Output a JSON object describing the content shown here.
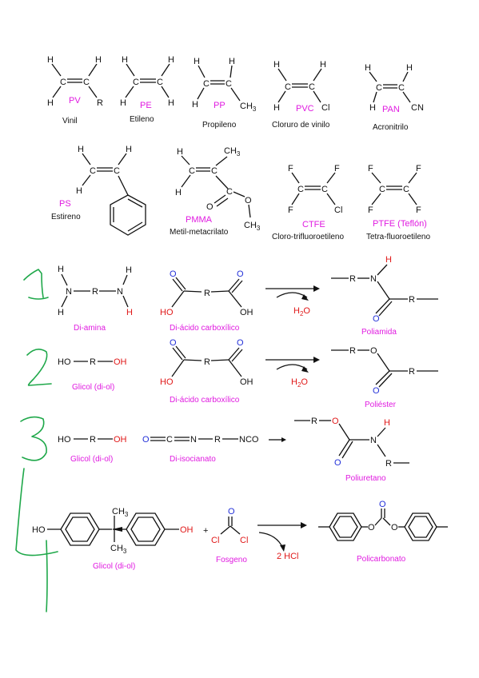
{
  "colors": {
    "ink": "#111111",
    "magenta": "#e01ae0",
    "red": "#e01818",
    "blue": "#2230d8",
    "green": "#1fa84a"
  },
  "monomers": [
    {
      "abbr": "PV",
      "name": "Vinil"
    },
    {
      "abbr": "PE",
      "name": "Etileno"
    },
    {
      "abbr": "PP",
      "name": "Propileno"
    },
    {
      "abbr": "PVC",
      "name": "Cloruro de vinilo"
    },
    {
      "abbr": "PAN",
      "name": "Acronitrilo"
    },
    {
      "abbr": "PS",
      "name": "Estireno"
    },
    {
      "abbr": "PMMA",
      "name": "Metil-metacrilato"
    },
    {
      "abbr": "CTFE",
      "name": "Cloro-trifluoroetileno"
    },
    {
      "abbr": "PTFE (Teflón)",
      "name": "Tetra-fluoroetileno"
    }
  ],
  "atoms": {
    "H": "H",
    "C": "C",
    "R": "R",
    "Cl": "Cl",
    "CN": "CN",
    "F": "F",
    "N": "N",
    "O": "O",
    "CH3": "CH",
    "sub3": "3",
    "H2": "H",
    "sub2": "2"
  },
  "reactions": [
    {
      "number": "1",
      "reactant1": "Di-amina",
      "reactant2": "Di-ácido carboxílico",
      "byproduct": "H2O",
      "product": "Poliamida",
      "ho": "HO",
      "oh": "OH"
    },
    {
      "number": "2",
      "reactant1": "Glicol (di-ol)",
      "reactant2": "Di-ácido carboxílico",
      "byproduct": "H2O",
      "product": "Poliéster",
      "ho": "HO",
      "oh": "OH",
      "ho_r": "HO",
      "oh_r": "OH"
    },
    {
      "number": "3",
      "reactant1": "Glicol (di-ol)",
      "reactant2": "Di-isocianato",
      "product": "Poliuretano",
      "ho": "HO",
      "oh": "OH",
      "oc": "O",
      "nco": "NCO"
    },
    {
      "number": "4",
      "reactant1": "Glicol (di-ol)",
      "reactant2": "Fosgeno",
      "byproduct": "2 HCl",
      "product": "Policarbonato",
      "ho": "HO",
      "oh": "OH",
      "plus": "+"
    }
  ]
}
